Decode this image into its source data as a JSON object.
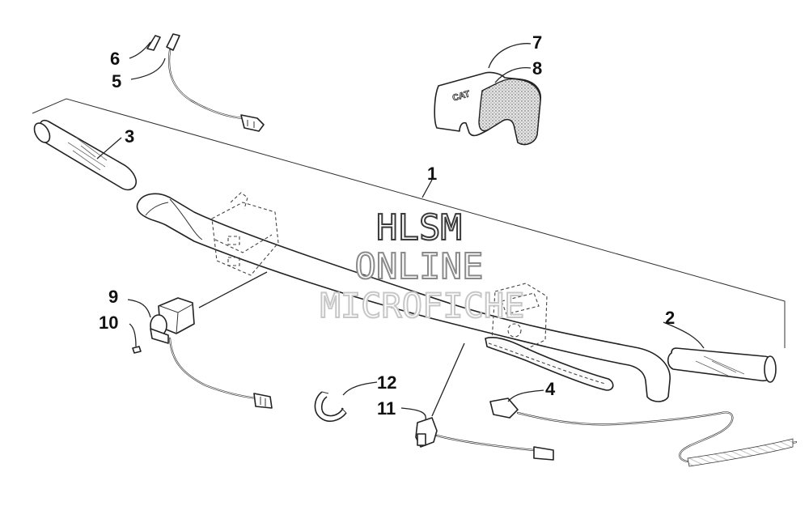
{
  "diagram": {
    "callouts": [
      {
        "id": "1",
        "label": "1"
      },
      {
        "id": "2",
        "label": "2"
      },
      {
        "id": "3",
        "label": "3"
      },
      {
        "id": "4",
        "label": "4"
      },
      {
        "id": "5",
        "label": "5"
      },
      {
        "id": "6",
        "label": "6"
      },
      {
        "id": "7",
        "label": "7"
      },
      {
        "id": "8",
        "label": "8"
      },
      {
        "id": "9",
        "label": "9"
      },
      {
        "id": "10",
        "label": "10"
      },
      {
        "id": "11",
        "label": "11"
      },
      {
        "id": "12",
        "label": "12"
      }
    ],
    "pad_text": "CAT"
  },
  "watermark": {
    "line1": "HLSM",
    "line2": "ONLINE",
    "line3": "MICROFICHE"
  }
}
